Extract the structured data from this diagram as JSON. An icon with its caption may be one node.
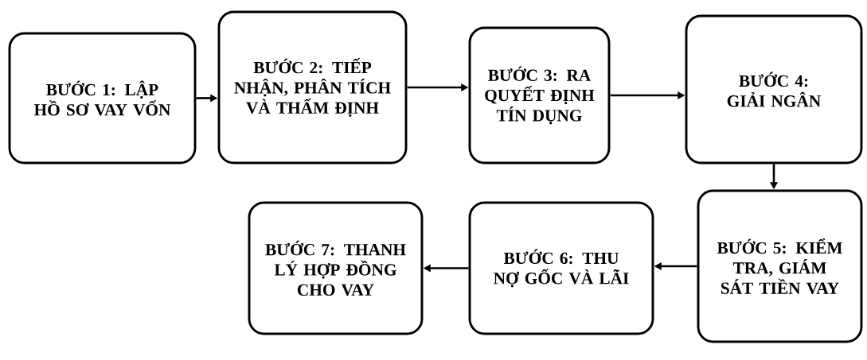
{
  "diagram": {
    "nodes": [
      {
        "text": [
          "BƯỚC 1: LẬP HỒ SƠ VAY VỐN"
        ]
      },
      {
        "text": [
          "BƯỚC 2: TIẾP NHẬN, PHÂN TÍCH VÀ THẨM ĐỊNH"
        ]
      },
      {
        "text": [
          "BƯỚC 3: RA QUYẾT ĐỊNH TÍN DỤNG"
        ]
      },
      {
        "text": [
          "BƯỚC 4: GIẢI NGÂN"
        ]
      },
      {
        "text": [
          "BƯỚC 5: KIỂM TRA, GIÁM SÁT TIỀN VAY"
        ]
      },
      {
        "text": [
          "BƯỚC 6: THU NỢ GỐC VÀ LÃI"
        ]
      },
      {
        "text": [
          "BƯỚC 7: THANH LÝ HỢP ĐỒNG CHO VAY"
        ]
      }
    ],
    "edges": [
      {
        "from": 0,
        "to": 1,
        "arrow": "to"
      },
      {
        "from": 1,
        "to": 2,
        "arrow": "to"
      },
      {
        "from": 2,
        "to": 3,
        "arrow": "to"
      },
      {
        "from": 3,
        "to": 4,
        "arrow": "to"
      },
      {
        "from": 4,
        "to": 5,
        "arrow": "to"
      },
      {
        "from": 5,
        "to": 6,
        "arrow": "to"
      }
    ]
  }
}
